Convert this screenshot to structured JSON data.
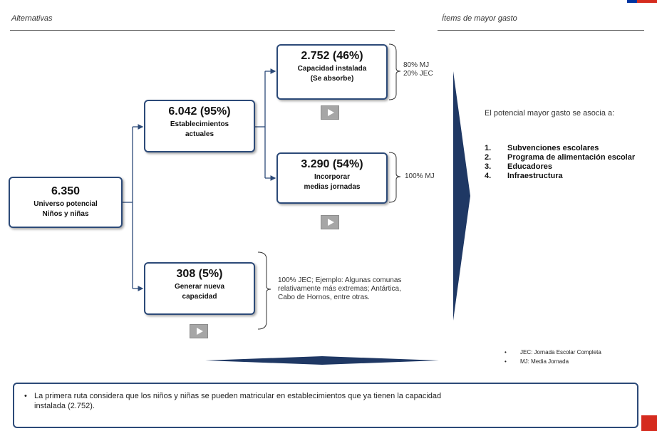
{
  "headers": {
    "left": "Alternativas",
    "right": "Ítems de mayor gasto"
  },
  "boxes": {
    "universe": {
      "value": "6.350",
      "line1": "Universo potencial",
      "line2": "Niños y niñas"
    },
    "current": {
      "value": "6.042 (95%)",
      "line1": "Establecimientos",
      "line2": "actuales"
    },
    "new_capacity": {
      "value": "308 (5%)",
      "line1": "Generar nueva",
      "line2": "capacidad"
    },
    "installed": {
      "value": "2.752 (46%)",
      "line1": "Capacidad instalada",
      "line2": "(Se absorbe)"
    },
    "half_days": {
      "value": "3.290 (54%)",
      "line1": "Incorporar",
      "line2": "medias jornadas"
    }
  },
  "notes": {
    "installed_line1": "80% MJ",
    "installed_line2": "20% JEC",
    "half_days": "100% MJ",
    "new_capacity": "100% JEC; Ejemplo: Algunas comunas relativamente más extremas; Antártica, Cabo de Hornos, entre otras."
  },
  "right_panel": {
    "intro": "El potencial mayor gasto se asocia a:",
    "items": [
      {
        "num": "1.",
        "text": "Subvenciones escolares"
      },
      {
        "num": "2.",
        "text": "Programa de alimentación escolar"
      },
      {
        "num": "3.",
        "text": "Educadores"
      },
      {
        "num": "4.",
        "text": "Infraestructura"
      }
    ]
  },
  "legend": [
    "JEC: Jornada Escolar Completa",
    "MJ: Media Jornada"
  ],
  "bottom_text": "La primera ruta considera que los niños y niñas se pueden matricular en establecimientos que ya tienen la capacidad instalada (2.752).",
  "colors": {
    "box_border": "#2c4a78",
    "arrow_fill": "#1f3864",
    "flag_blue": "#0033a0",
    "flag_red": "#d52b1e"
  }
}
